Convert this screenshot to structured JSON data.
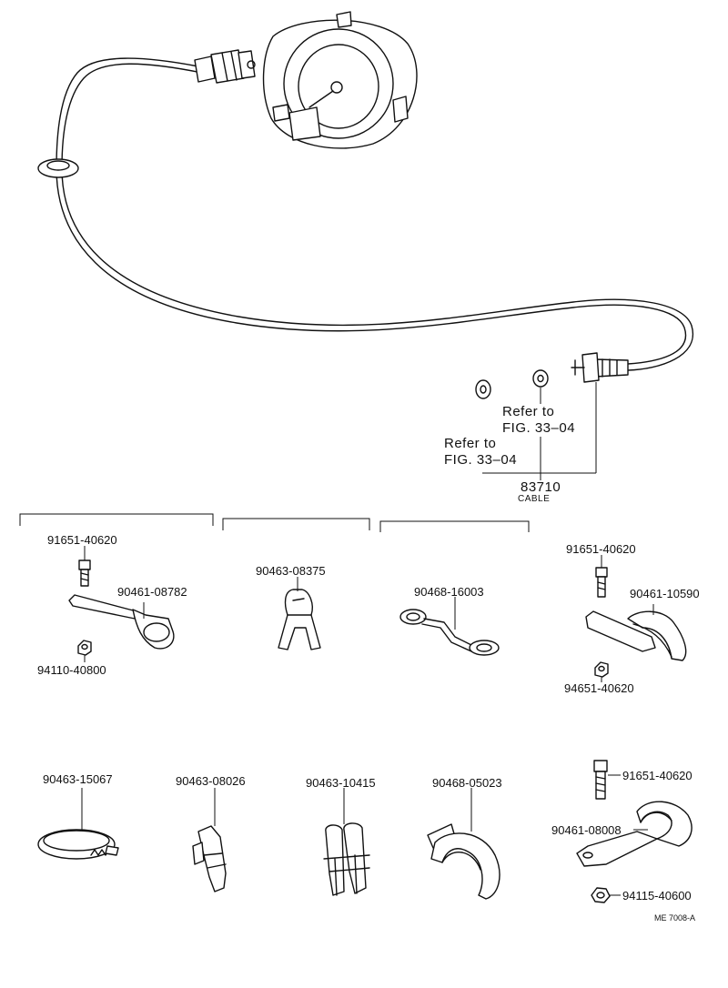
{
  "cable_callout": {
    "number": "83710",
    "name": "CABLE"
  },
  "references": {
    "ref_upper": {
      "line1": "Refer to",
      "line2": "FIG. 33–04"
    },
    "ref_lower": {
      "line1": "Refer to",
      "line2": "FIG. 33–04"
    }
  },
  "parts": {
    "bolt_group1": "91651-40620",
    "bracket_clamp_group1": "90461-08782",
    "nut_group1": "94110-40800",
    "clip_group2": "90463-08375",
    "wire_clamp_group3": "90468-16003",
    "bolt_group4": "91651-40620",
    "bracket_clamp_group4": "90461-10590",
    "nut_group4": "94651-40620",
    "band_clamp": "90463-15067",
    "clip_08026": "90463-08026",
    "double_clip": "90463-10415",
    "clamp_05023": "90468-05023",
    "bolt_bottom_right": "91651-40620",
    "bracket_bottom_right": "90461-08008",
    "nut_bottom_right": "94115-40600"
  },
  "figure_code": "ME 7008-A"
}
